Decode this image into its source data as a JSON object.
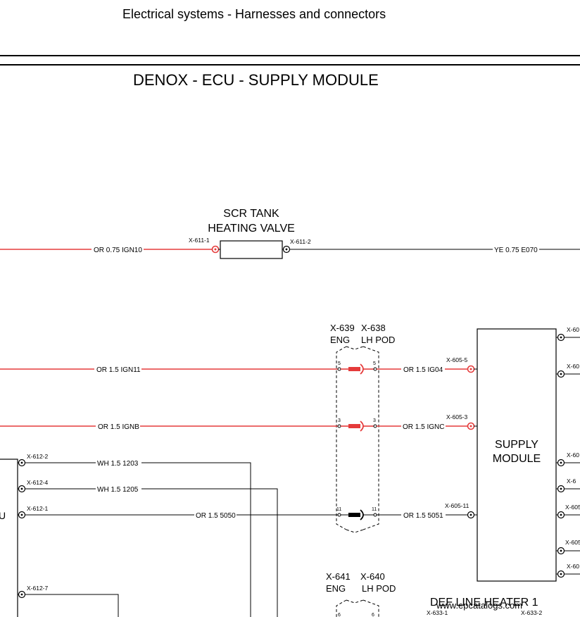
{
  "header": {
    "title": "Electrical systems - Harnesses and connectors"
  },
  "diagram": {
    "title": "DENOX - ECU - SUPPLY MODULE",
    "components": {
      "scr_valve_line1": "SCR TANK",
      "scr_valve_line2": "HEATING VALVE",
      "supply_line1": "SUPPLY",
      "supply_line2": "MODULE",
      "def_heater": "DEF LINE HEATER 1",
      "ecu_letter": "U"
    },
    "connectors": {
      "x639": "X-639",
      "x639_sub": "ENG",
      "x638": "X-638",
      "x638_sub": "LH POD",
      "x641": "X-641",
      "x641_sub": "ENG",
      "x640": "X-640",
      "x640_sub": "LH POD"
    },
    "pins": {
      "x611_1": "X-611-1",
      "x611_2": "X-611-2",
      "x605_5": "X-605-5",
      "x605_3": "X-605-3",
      "x605_11": "X-605-11",
      "x612_2": "X-612-2",
      "x612_4": "X-612-4",
      "x612_1": "X-612-1",
      "x612_7": "X-612-7",
      "x633_1": "X-633-1",
      "x633_2": "X-633-2",
      "p5a": "5",
      "p5b": "5",
      "p3a": "3",
      "p3b": "3",
      "p11a": "11",
      "p11b": "11",
      "p6a": "6",
      "p6b": "6",
      "r1": "X-60",
      "r2": "X-60",
      "r3": "X-60",
      "r4": "X-6",
      "r5": "X-605",
      "r6": "X-605",
      "r7": "X-60"
    },
    "wires": {
      "w1": "OR 0.75 IGN10",
      "w2": "YE 0.75 E070",
      "w3": "OR 1.5 IGN11",
      "w4": "OR 1.5 IG04",
      "w5": "OR 1.5 IGNB",
      "w6": "OR 1.5 IGNC",
      "w7": "WH 1.5 1203",
      "w8": "WH 1.5 1205",
      "w9": "OR 1.5 5050",
      "w10": "OR 1.5 5051"
    },
    "watermark": "www.epcatalogs.com",
    "colors": {
      "power": "#e53b3b",
      "signal": "#000000"
    }
  }
}
